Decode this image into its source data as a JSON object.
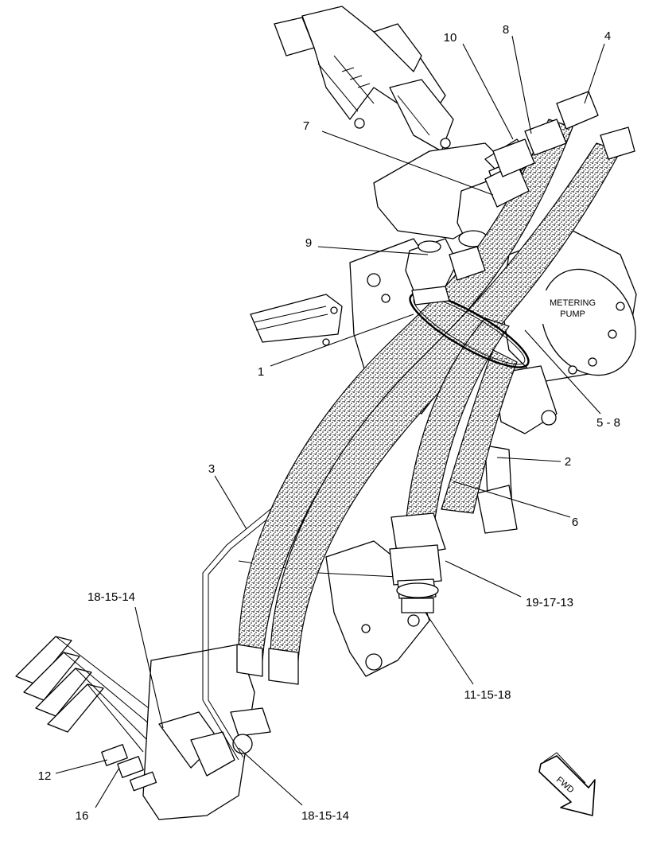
{
  "diagram": {
    "callouts": {
      "c10": "10",
      "c8": "8",
      "c4": "4",
      "c7": "7",
      "c9": "9",
      "c1": "1",
      "c5_8": "5 - 8",
      "c2": "2",
      "c3": "3",
      "c6": "6",
      "c19_17_13": "19-17-13",
      "c18_15_14_top": "18-15-14",
      "c11_15_18": "11-15-18",
      "c12": "12",
      "c16": "16",
      "c18_15_14_bottom": "18-15-14"
    },
    "component_labels": {
      "metering_pump_line1": "METERING",
      "metering_pump_line2": "PUMP"
    },
    "direction_arrow": "FWD"
  }
}
